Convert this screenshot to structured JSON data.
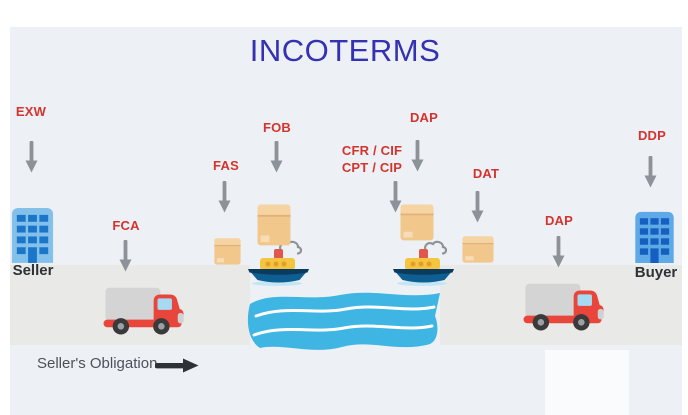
{
  "title": "INCOTERMS",
  "parties": {
    "seller": "Seller",
    "buyer": "Buyer"
  },
  "terms": {
    "exw": "EXW",
    "fca": "FCA",
    "fas": "FAS",
    "fob": "FOB",
    "cfr_cif": "CFR / CIF",
    "cpt_cip": "CPT / CIP",
    "dap_sea": "DAP",
    "dat": "DAT",
    "dap_land": "DAP",
    "ddp": "DDP"
  },
  "footer": {
    "obligation_label": "Seller's Obligation"
  },
  "icons": {
    "down_arrow": "down-arrow-icon",
    "right_arrow": "right-arrow-icon",
    "building": "office-building-icon",
    "truck": "delivery-truck-icon",
    "ship": "cargo-ship-icon",
    "box": "package-box-icon",
    "water": "water-waves-graphic"
  },
  "colors": {
    "title_blue": "#3431b2",
    "term_red": "#d3342e",
    "arrow_gray": "#8d9298",
    "water_blue": "#3eb5e3",
    "road_gray": "#e9e9e7",
    "background": "#edf1f6",
    "box_tan": "#f1c78c",
    "truck_red": "#e8463a",
    "ship_navy": "#0e5e92",
    "seller_building_blue": "#83c0ea",
    "buyer_building_blue": "#5ea9e6"
  }
}
